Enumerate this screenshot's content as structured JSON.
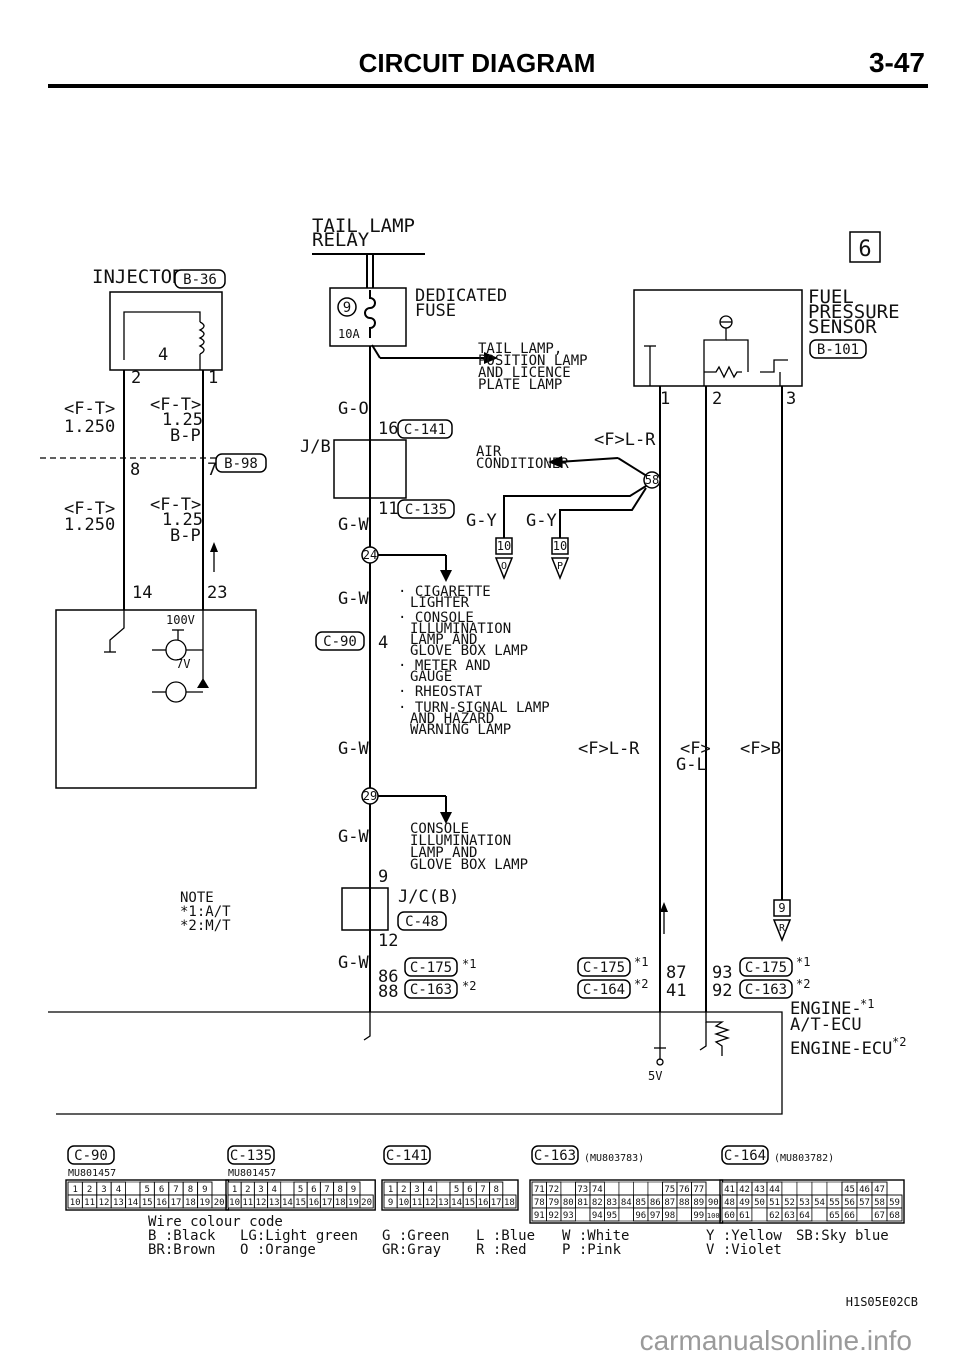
{
  "header": {
    "title": "CIRCUIT DIAGRAM",
    "page": "3-47"
  },
  "diagram_number": "6",
  "tail_lamp_relay": {
    "line1": "TAIL LAMP",
    "line2": "RELAY"
  },
  "fuse": {
    "number": "9",
    "rating": "10A",
    "label1": "DEDICATED",
    "label2": "FUSE"
  },
  "tail_lamp_dest": [
    "TAIL LAMP,",
    "POSITION LAMP",
    "AND LICENCE",
    "PLATE LAMP"
  ],
  "injector": {
    "label": "INJECTOR",
    "connector": "B-36",
    "internal_pin": "4",
    "pin_left": "2",
    "pin_right": "1"
  },
  "fuel_sensor": {
    "line1": "FUEL",
    "line2": "PRESSURE",
    "line3": "SENSOR",
    "connector": "B-101",
    "pin1": "1",
    "pin2": "2",
    "pin3": "3"
  },
  "left_wires": {
    "a_l1": "<F-T>",
    "a_l2": "1.250",
    "a_r1": "<F-T>",
    "a_r2": "1.25",
    "a_r3": "B-P",
    "mid_pin_left": "8",
    "mid_pin_right": "7",
    "mid_connector": "B-98",
    "b_l1": "<F-T>",
    "b_l2": "1.250",
    "b_r1": "<F-T>",
    "b_r2": "1.25",
    "b_r3": "B-P",
    "ecu_pin_left": "14",
    "ecu_pin_right": "23",
    "ecu_v1": "100V",
    "ecu_v2": "7V"
  },
  "center": {
    "go": "G-O",
    "jb": "J/B",
    "pin16": "16",
    "c141": "C-141",
    "pin11": "11",
    "c135": "C-135",
    "gw1": "G-W",
    "j24": "24",
    "gw2": "G-W",
    "c90": "C-90",
    "pin4": "4",
    "gw3": "G-W",
    "j29": "29",
    "gw4": "G-W",
    "pin9": "9",
    "jc": "J/C(B)",
    "c48": "C-48",
    "pin12": "12",
    "gw5": "G-W",
    "pin86": "86",
    "pin88": "88",
    "c175": "C-175",
    "c163": "C-163",
    "s1": "*1",
    "s2": "*2"
  },
  "dest_list_1": [
    [
      "· CIGARETTE",
      "LIGHTER"
    ],
    [
      "· CONSOLE",
      "ILLUMINATION",
      "LAMP AND",
      "GLOVE BOX LAMP"
    ],
    [
      "· METER AND",
      "GAUGE"
    ],
    [
      "· RHEOSTAT"
    ],
    [
      "· TURN-SIGNAL LAMP",
      "AND HAZARD",
      "WARNING LAMP"
    ]
  ],
  "dest_list_2": [
    "CONSOLE",
    "ILLUMINATION",
    "LAMP AND",
    "GLOVE BOX LAMP"
  ],
  "right": {
    "fl_r": "<F>L-R",
    "air1": "AIR",
    "air2": "CONDITIONER",
    "j58": "58",
    "gy1": "G-Y",
    "gy2": "G-Y",
    "conn10a": "10",
    "conn10b": "10",
    "arrow_o": "O",
    "arrow_p": "P",
    "fl_r2": "<F>L-R",
    "f_gl1": "<F>",
    "f_gl2": "G-L",
    "f_b": "<F>B",
    "c175b": "C-175",
    "c164": "C-164",
    "pin87": "87",
    "pin41": "41",
    "pin93": "93",
    "pin92": "92",
    "c175c": "C-175",
    "c163b": "C-163",
    "conn9": "9",
    "arrow_r": "R",
    "v5": "5V",
    "s1": "*1",
    "s2": "*2",
    "s1b": "*1",
    "s2b": "*2"
  },
  "ecu": {
    "line1": "ENGINE-",
    "line2": "A/T-ECU",
    "line3": "ENGINE-ECU",
    "s1": "*1",
    "s2": "*2"
  },
  "note": {
    "line1": "NOTE",
    "line2": "*1:A/T",
    "line3": "*2:M/T"
  },
  "connectors": [
    {
      "name": "C-90",
      "part": "MU801457",
      "row1": [
        "1",
        "2",
        "3",
        "4",
        "",
        "5",
        "6",
        "7",
        "8",
        "9"
      ],
      "row2": [
        "10",
        "11",
        "12",
        "13",
        "14",
        "15",
        "16",
        "17",
        "18",
        "19",
        "20"
      ]
    },
    {
      "name": "C-135",
      "part": "MU801457",
      "row1": [
        "1",
        "2",
        "3",
        "4",
        "",
        "5",
        "6",
        "7",
        "8",
        "9"
      ],
      "row2": [
        "10",
        "11",
        "12",
        "13",
        "14",
        "15",
        "16",
        "17",
        "18",
        "19",
        "20"
      ]
    },
    {
      "name": "C-141",
      "part": "",
      "row1": [
        "1",
        "2",
        "3",
        "4",
        "",
        "5",
        "6",
        "7",
        "8"
      ],
      "row2": [
        "9",
        "10",
        "11",
        "12",
        "13",
        "14",
        "15",
        "16",
        "17",
        "18"
      ]
    },
    {
      "name": "C-163",
      "part": "(MU803783)",
      "row1": [
        "71",
        "72",
        "",
        "73",
        "74",
        "",
        "",
        "",
        "",
        "75",
        "76",
        "77"
      ],
      "row2": [
        "78",
        "79",
        "80",
        "81",
        "82",
        "83",
        "84",
        "85",
        "86",
        "87",
        "88",
        "89",
        "90"
      ],
      "row3": [
        "91",
        "92",
        "93",
        "",
        "94",
        "95",
        "",
        "96",
        "97",
        "98",
        "",
        "99",
        "100"
      ]
    },
    {
      "name": "C-164",
      "part": "(MU803782)",
      "row1": [
        "41",
        "42",
        "43",
        "44",
        "",
        "",
        "",
        "",
        "45",
        "46",
        "47"
      ],
      "row2": [
        "48",
        "49",
        "50",
        "51",
        "52",
        "53",
        "54",
        "55",
        "56",
        "57",
        "58",
        "59"
      ],
      "row3": [
        "60",
        "61",
        "",
        "62",
        "63",
        "64",
        "",
        "65",
        "66",
        "",
        "67",
        "68"
      ]
    }
  ],
  "legend": {
    "title": "Wire colour code",
    "row1": [
      "B :Black",
      "LG:Light green",
      "G :Green",
      "L :Blue",
      "W :White",
      "Y :Yellow",
      "SB:Sky blue"
    ],
    "row2": [
      "BR:Brown",
      "O :Orange",
      "GR:Gray",
      "R :Red",
      "P :Pink",
      "V :Violet"
    ]
  },
  "code": "H1S05E02CB",
  "watermark": "carmanualsonline.info"
}
